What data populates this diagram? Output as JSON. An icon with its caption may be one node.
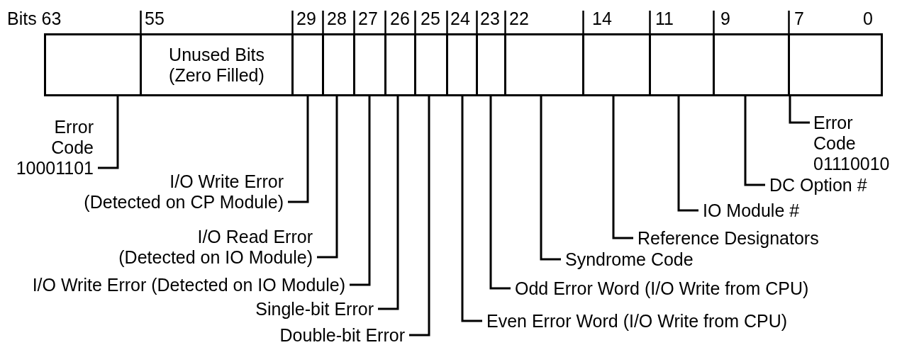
{
  "diagram": {
    "nodes": [
      {
        "text": [],
        "shape": "box",
        "beside": [
          "Bits 63"
        ]
      },
      {
        "text": [
          "Unused Bits (Zero Filled)"
        ],
        "beside": [
          "55"
        ]
      },
      {
        "text": [],
        "shape": "box",
        "beside": [
          "29"
        ]
      },
      {
        "text": [],
        "shape": "box",
        "beside": [
          "28"
        ]
      },
      {
        "text": [],
        "shape": "box",
        "beside": [
          "27"
        ]
      },
      {
        "text": [],
        "shape": "box",
        "beside": [
          "26"
        ]
      },
      {
        "text": [],
        "shape": "box",
        "beside": [
          "25"
        ]
      },
      {
        "text": [],
        "shape": "box",
        "beside": [
          "24"
        ]
      },
      {
        "text": [],
        "shape": "box",
        "beside": [
          "23"
        ]
      },
      {
        "text": [],
        "shape": "box",
        "beside": [
          "22"
        ]
      },
      {
        "text": [],
        "shape": "box",
        "beside": [
          "14"
        ]
      },
      {
        "text": [],
        "shape": "box",
        "beside": [
          "11"
        ]
      },
      {
        "text": [],
        "shape": "box",
        "beside": [
          "9"
        ]
      },
      {
        "text": [],
        "shape": "box",
        "beside": [
          "7",
          "0"
        ]
      },
      {
        "text": [
          "Error Code 10001101"
        ]
      },
      {
        "text": [
          "I/O Write Error (Detected on CP Module)"
        ]
      },
      {
        "text": [
          "I/O Read Error (Detected on IO Module)"
        ]
      },
      {
        "text": [
          "I/O Write Error (Detected on IO Module)"
        ]
      },
      {
        "text": [
          "Single-bit Error"
        ]
      },
      {
        "text": [
          "Double-bit Error"
        ]
      },
      {
        "text": [
          "Even Error Word (I/O Write from CPU)"
        ]
      },
      {
        "text": [
          "Odd Error Word (I/O Write from CPU)"
        ]
      },
      {
        "text": [
          "Syndrome Code"
        ]
      },
      {
        "text": [
          "Reference Designators"
        ]
      },
      {
        "text": [
          "IO Module #"
        ]
      },
      {
        "text": [
          "DC Option #"
        ]
      },
      {
        "text": [
          "Error Code 01110010"
        ]
      }
    ],
    "edges": [
      {
        "from": 14,
        "to": 0,
        "arrow": "none"
      },
      {
        "from": 15,
        "to": 2,
        "arrow": "none"
      },
      {
        "from": 16,
        "to": 3,
        "arrow": "none"
      },
      {
        "from": 17,
        "to": 4,
        "arrow": "none"
      },
      {
        "from": 18,
        "to": 5,
        "arrow": "none"
      },
      {
        "from": 19,
        "to": 6,
        "arrow": "none"
      },
      {
        "from": 20,
        "to": 7,
        "arrow": "none"
      },
      {
        "from": 21,
        "to": 8,
        "arrow": "none"
      },
      {
        "from": 22,
        "to": 9,
        "arrow": "none"
      },
      {
        "from": 23,
        "to": 10,
        "arrow": "none"
      },
      {
        "from": 24,
        "to": 11,
        "arrow": "none"
      },
      {
        "from": 25,
        "to": 12,
        "arrow": "none"
      },
      {
        "from": 26,
        "to": 13,
        "arrow": "none"
      }
    ]
  }
}
